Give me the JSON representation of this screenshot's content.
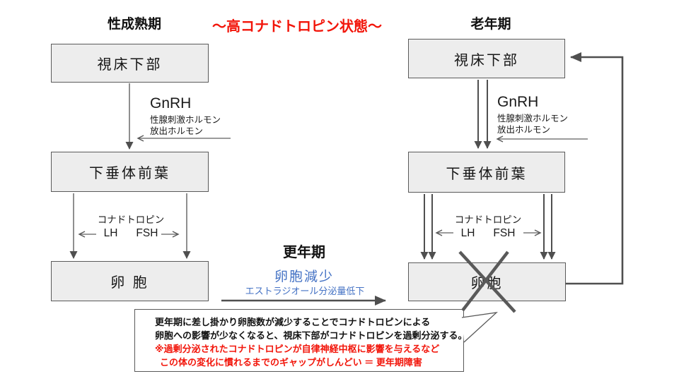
{
  "colors": {
    "red": "#F2150A",
    "blue": "#4472C4",
    "box_fill": "#EDEDED",
    "line": "#595959"
  },
  "header": {
    "left_title": "性成熟期",
    "center_title": "～高コナドトロピン状態～",
    "right_title": "老年期"
  },
  "left_column": {
    "hypothalamus": "視床下部",
    "pituitary": "下垂体前葉",
    "follicle": "卵 胞",
    "gnrh": {
      "title": "GnRH",
      "line1": "性腺刺激ホルモン",
      "line2": "放出ホルモン"
    },
    "gonadotropin": {
      "label": "コナドトロピン",
      "lh": "LH",
      "fsh": "FSH"
    }
  },
  "right_column": {
    "hypothalamus": "視床下部",
    "pituitary": "下垂体前葉",
    "follicle": "卵胞",
    "gnrh": {
      "title": "GnRH",
      "line1": "性腺刺激ホルモン",
      "line2": "放出ホルモン"
    },
    "gonadotropin": {
      "label": "コナドトロピン",
      "lh": "LH",
      "fsh": "FSH"
    }
  },
  "center": {
    "stage_title": "更年期",
    "change1": "卵胞減少",
    "change2": "エストラジオール分泌量低下"
  },
  "callout": {
    "line1": "更年期に差し掛かり卵胞数が減少することでコナドトロピンによる",
    "line2": "卵胞への影響が少なくなると、視床下部がコナドトロピンを過剰分泌する。",
    "line3": "※過剰分泌されたコナドトロピンが自律神経中枢に影響を与えるなど",
    "line4": "この体の変化に慣れるまでのギャップがしんどい ＝ 更年期障害"
  }
}
